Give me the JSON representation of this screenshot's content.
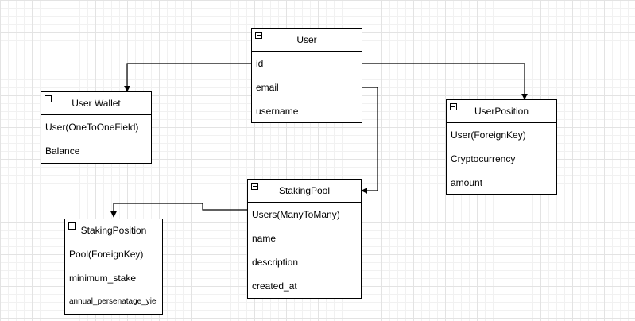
{
  "entities": {
    "user": {
      "name": "User",
      "fields": [
        "id",
        "email",
        "username"
      ]
    },
    "user_wallet": {
      "name": "User Wallet",
      "fields": [
        "User(OneToOneField)",
        "Balance"
      ]
    },
    "user_position": {
      "name": "UserPosition",
      "fields": [
        "User(ForeignKey)",
        "Cryptocurrency",
        "amount"
      ]
    },
    "staking_pool": {
      "name": "StakingPool",
      "fields": [
        "Users(ManyToMany)",
        "name",
        "description",
        "created_at"
      ]
    },
    "staking_position": {
      "name": "StakingPosition",
      "fields": [
        "Pool(ForeignKey)",
        "minimum_stake",
        "annual_persenatage_yie"
      ]
    }
  },
  "relations": [
    {
      "from": "user",
      "to": "user_wallet"
    },
    {
      "from": "user",
      "to": "user_position"
    },
    {
      "from": "user",
      "to": "staking_pool"
    },
    {
      "from": "staking_pool",
      "to": "staking_position"
    }
  ]
}
